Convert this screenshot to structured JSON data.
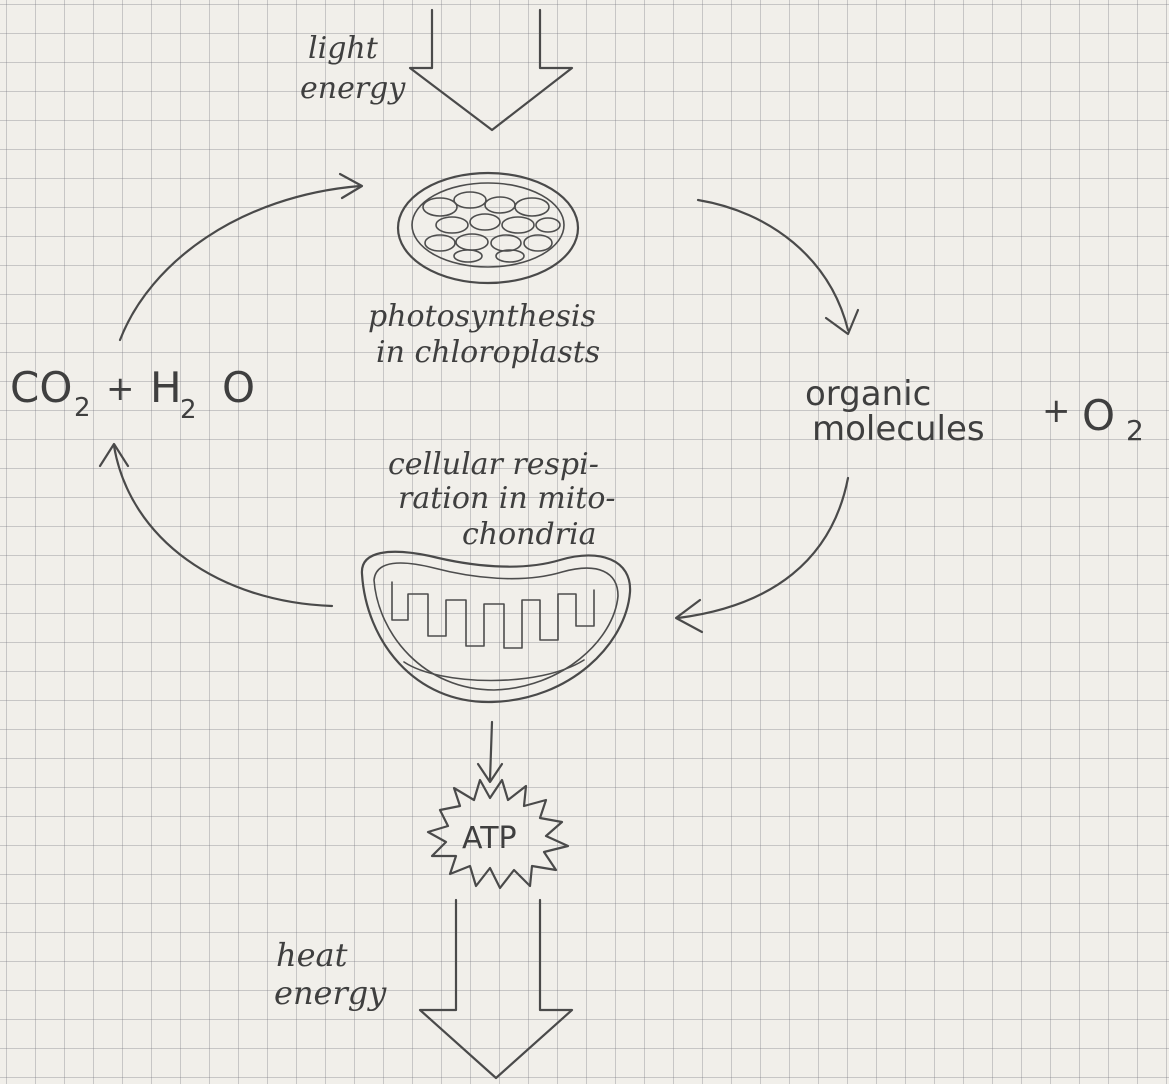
{
  "labels": {
    "light_energy_line1": "light",
    "light_energy_line2": "energy",
    "photosynthesis_line1": "photosynthesis",
    "photosynthesis_line2": "in chloroplasts",
    "organic_line1": "organic",
    "organic_line2": "molecules",
    "plus_o2_plus": "+",
    "o2_main": "O",
    "o2_sub": "2",
    "co2_main": "CO",
    "co2_sub": "2",
    "plus": "+",
    "h2o_h": "H",
    "h2o_sub": "2",
    "h2o_o": "O",
    "respiration_line1": "cellular respi-",
    "respiration_line2": "ration in mito-",
    "respiration_line3": "chondria",
    "atp": "ATP",
    "heat_line1": "heat",
    "heat_line2": "energy"
  },
  "colors": {
    "paper": "#f1efea",
    "grid": "#9a9aa4",
    "ink": "#4a4a4a"
  }
}
